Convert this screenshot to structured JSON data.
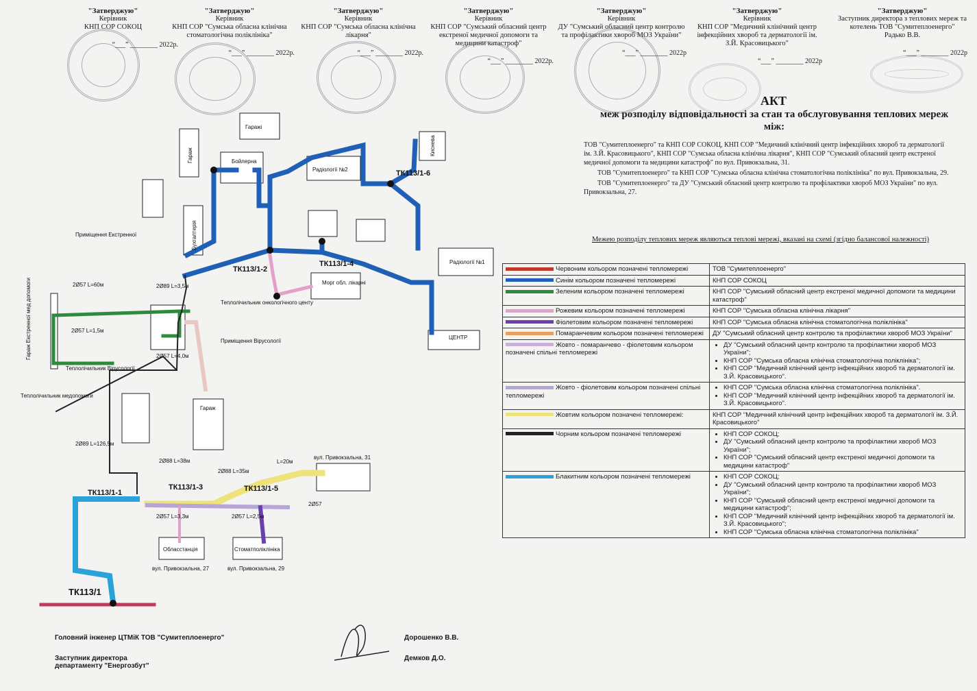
{
  "approvals": [
    {
      "h": "\"Затверджую\"",
      "role": "Керівник",
      "org": "КНП СОР СОКОЦ",
      "year": "2022р."
    },
    {
      "h": "\"Затверджую\"",
      "role": "Керівник",
      "org": "КНП СОР \"Сумська обласна клінічна стоматологічна поліклініка\"",
      "year": "2022р."
    },
    {
      "h": "\"Затверджую\"",
      "role": "Керівник",
      "org": "КНП СОР \"Сумська обласна клінічна лікарня\"",
      "year": "2022р."
    },
    {
      "h": "\"Затверджую\"",
      "role": "Керівник",
      "org": "КНП СОР \"Сумський обласний центр екстреної медичної допомоги та медицини катастроф\"",
      "year": "2022р."
    },
    {
      "h": "\"Затверджую\"",
      "role": "Керівник",
      "org": "ДУ \"Сумський обласний центр контролю та профілактики хвороб МОЗ України\"",
      "year": "2022р"
    },
    {
      "h": "\"Затверджую\"",
      "role": "Керівник",
      "org": "КНП СОР \"Медичний клінічний центр інфекційних хвороб та дерматології ім. З.Й. Красовицького\"",
      "year": "2022р"
    },
    {
      "h": "\"Затверджую\"",
      "role": "Заступник директора з теплових мереж та котелень ТОВ \"Сумитеплоенерго\"",
      "org": "Радько В.В.",
      "year": "2022р"
    }
  ],
  "act": {
    "title": "АКТ",
    "subtitle": "меж розподілу відповідальності за стан та обслуговування теплових мереж між:",
    "p1": "ТОВ \"Сумитеплоенерго\" та КНП СОР СОКОЦ, КНП СОР \"Медичний клінічний центр інфекційних хвороб та дерматології ім. З.Й. Красовицького\", КНП СОР \"Сумська обласна клінічна лікарня\", КНП СОР \"Сумський обласний центр екстреної медичної допомоги та медицини катастроф\" по вул. Привокзальна, 31.",
    "p2": "ТОВ \"Сумитеплоенерго\" та КНП СОР \"Сумська обласна клінічна стоматологічна поліклініка\" по вул. Привокзальна, 29.",
    "p3": "ТОВ \"Сумитеплоенерго\" та ДУ \"Сумський обласний центр контролю та профілактики хвороб МОЗ України\" по вул. Привокзальна, 27.",
    "boundary": "Межею розподілу теплових мереж являються теплові мережі, вказані на схемі (згідно балансової належності)"
  },
  "legend": [
    {
      "label": "Червоним кольором позначені тепломережі",
      "color": "#c0392b",
      "owners": [
        "ТОВ \"Сумитеплоенерго\""
      ]
    },
    {
      "label": "Синім кольором позначені тепломережі",
      "color": "#1f5fb5",
      "owners": [
        "КНП СОР СОКОЦ"
      ]
    },
    {
      "label": "Зеленим кольором позначені тепломережі",
      "color": "#2e8b3d",
      "owners": [
        "КНП СОР \"Сумський обласний центр екстреної медичної допомоги та медицини катастроф\""
      ]
    },
    {
      "label": "Рожевим кольором позначені тепломережі",
      "color": "#e3a0c8",
      "owners": [
        "КНП СОР \"Сумська обласна клінічна лікарня\""
      ]
    },
    {
      "label": "Фіолетовим кольором позначені тепломережі",
      "color": "#6a3fb0",
      "owners": [
        "КНП СОР \"Сумська обласна клінічна стоматологічна поліклініка\""
      ]
    },
    {
      "label": "Помаранчевим кольором позначені тепломережі",
      "color": "#e8a060",
      "owners": [
        "ДУ \"Сумський обласний центр контролю та профілактики хвороб МОЗ України\""
      ]
    },
    {
      "label": "Жовто - помаранчево - фіолетовим кольором позначені спільні тепломережі",
      "color": "#c9b0d8",
      "owners": [
        "ДУ \"Сумський обласний центр контролю та профілактики хвороб МОЗ України\";",
        "КНП СОР \"Сумська обласна клінічна стоматологічна поліклініка\";",
        "КНП СОР \"Медичний клінічний центр інфекційних хвороб та дерматології ім. З.Й. Красовицького\"."
      ],
      "list": true
    },
    {
      "label": "Жовто - фіолетовим кольором позначені спільні тепломережі",
      "color": "#b6a6d6",
      "owners": [
        "КНП СОР \"Сумська обласна клінічна стоматологічна поліклініка\".",
        "КНП СОР \"Медичний клінічний центр інфекційних хвороб та дерматології ім. З.Й. Красовицького\"."
      ],
      "list": true
    },
    {
      "label": "Жовтим кольором позначені тепломережі:",
      "color": "#eee27a",
      "owners": [
        "КНП СОР \"Медичний клінічний центр інфекційних хвороб та дерматології ім. З.Й. Красовицького\""
      ]
    },
    {
      "label": "Чорним кольором позначені тепломережі",
      "color": "#222222",
      "owners": [
        "КНП СОР СОКОЦ;",
        "ДУ \"Сумський обласний центр контролю та профілактики хвороб МОЗ України\";",
        "КНП СОР \"Сумський обласний центр екстреної медичної допомоги та медицини катастроф\""
      ],
      "list": true
    },
    {
      "label": "Блакитним кольором позначені тепломережі",
      "color": "#2aa3d8",
      "owners": [
        "КНП СОР СОКОЦ;",
        "ДУ \"Сумський обласний центр контролю та профілактики хвороб МОЗ України\";",
        "КНП СОР \"Сумський обласний центр екстреної медичної допомоги та медицини катастроф\";",
        "КНП СОР \"Медичний клінічний центр інфекційних хвороб та дерматології ім. З.Й. Красовицького\";",
        "КНП СОР \"Сумська обласна клінічна стоматологічна поліклініка\""
      ],
      "list": true
    }
  ],
  "map": {
    "buildings": [
      "Гаражі",
      "Гараж",
      "Бойлерна",
      "Радіології №2",
      "Кисневa",
      "Бухгалтерія",
      "Радіології №1",
      "Морг обл. лікарні",
      "ЦЕНТР",
      "Гараж",
      "Обласстанція",
      "Стоматполіклініка"
    ],
    "nodes": [
      "ТК113/1-6",
      "ТК113/1-2",
      "ТК113/1-4",
      "ТК113/1-1",
      "ТК113/1-3",
      "ТК113/1-5",
      "ТК113/1"
    ],
    "labels": {
      "premises": "Приміщення Екстренної",
      "garage_ext": "Гараж Екстренної мед допомоги",
      "teplo_onc": "Теплолічильник онкологічного центу",
      "pr_vir": "Приміщення Вірусології",
      "teplo_vir": "Теплолічильник Вірусології",
      "teplo_med": "Теплолічильник медопомоги",
      "addr27": "вул. Привокзальна, 27",
      "addr29": "вул. Привокзальна, 29",
      "addr31": "вул. Привокзальна, 31"
    },
    "dims": [
      "2Ø57 L=60м",
      "2Ø89 L=3,5м",
      "2Ø57 L=1,5м",
      "2Ø57 L=4,0м",
      "2Ø89 L=126,5м",
      "2Ø88 L=38м",
      "2Ø88 L=35м",
      "L=20м",
      "2Ø57 L=3,3м",
      "2Ø57 L=2,5м",
      "2Ø57"
    ]
  },
  "signatures": [
    {
      "role": "Головний інженер ЦТМіК ТОВ \"Сумитеплоенерго\"",
      "name": "Дорошенко В.В."
    },
    {
      "role": "Заступник директора департаменту \"Енергозбут\"",
      "name": "Демков Д.О."
    }
  ]
}
